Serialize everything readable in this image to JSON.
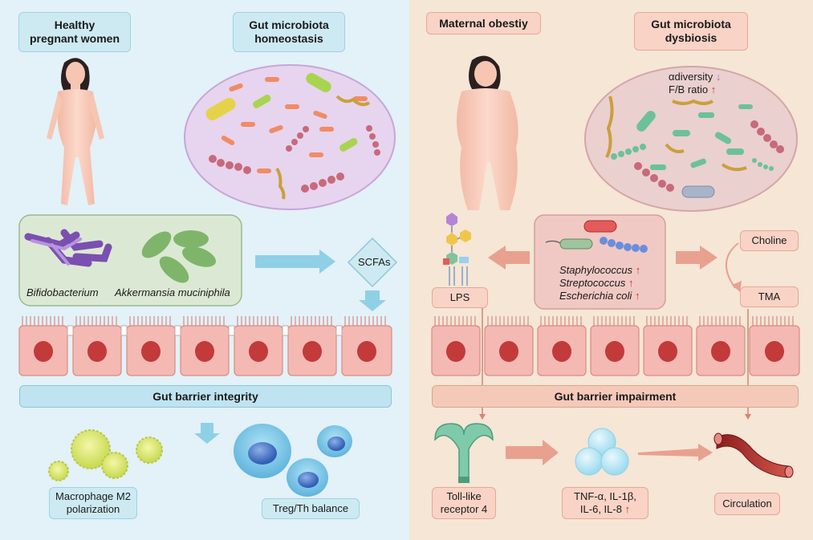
{
  "left": {
    "title_1": "Healthy",
    "title_2": "pregnant women",
    "microbiota_1": "Gut microbiota",
    "microbiota_2": "homeostasis",
    "bacteria_1": "Bifidobacterium",
    "bacteria_2": "Akkermansia muciniphila",
    "scfas": "SCFAs",
    "barrier": "Gut barrier integrity",
    "macrophage_1": "Macrophage M2",
    "macrophage_2": "polarization",
    "treg": "Treg/Th balance"
  },
  "right": {
    "title": "Maternal obestiy",
    "microbiota_1": "Gut microbiota",
    "microbiota_2": "dysbiosis",
    "alpha": "αdiversity",
    "alpha_arrow": "↓",
    "fb": "F/B ratio",
    "fb_arrow": "↑",
    "staph": "Staphylococcus",
    "strep": "Streptococcus",
    "ecoli": "Escherichia coli",
    "up_arrow": "↑",
    "lps": "LPS",
    "choline": "Choline",
    "tma": "TMA",
    "barrier": "Gut barrier impairment",
    "tlr_1": "Toll-like",
    "tlr_2": "receptor 4",
    "cytokines_1": "TNF-α, IL-1β,",
    "cytokines_2": "IL-6, IL-8",
    "circulation": "Circulation"
  },
  "colors": {
    "left_bg": "#e3f1f8",
    "right_bg": "#f5e6d6",
    "epithelium": "#f4b9b3",
    "nucleus": "#c23a3a",
    "arrow_blue": "#8fd0e6",
    "arrow_pink": "#e8a18f",
    "up_red": "#d0342c",
    "down_purple": "#b565c9"
  }
}
